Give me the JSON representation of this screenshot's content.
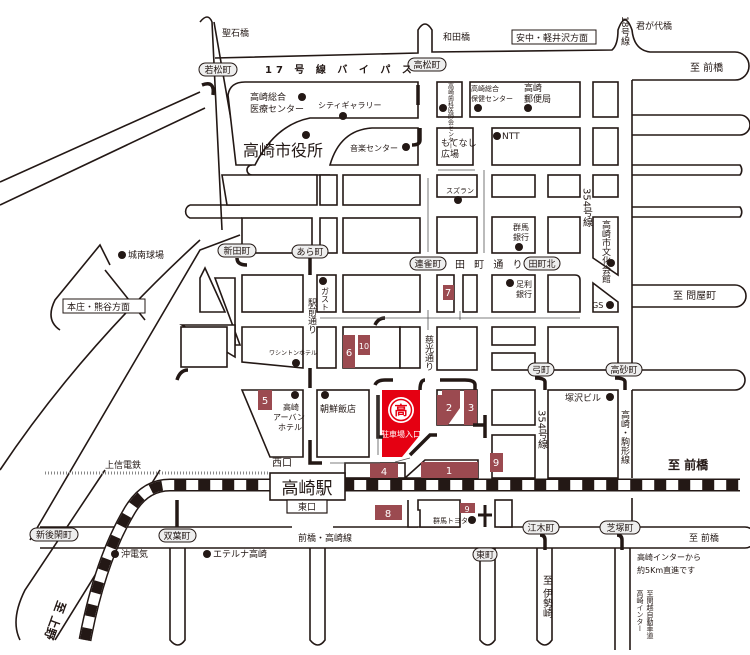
{
  "map": {
    "roads": {
      "bypass17": "17 号 線 バ イ パ ス",
      "route18": "18号線",
      "route354_upper": "354号線",
      "route354_lower": "354号線",
      "tamachi_dori": "田 町 通 り",
      "ekimae_dori": "駅前通り",
      "jiko_dori": "慈光通り",
      "maebashi_takasaki": "前橋・高崎線",
      "takasaki_komagata": "高崎・駒形線",
      "joshin_railway": "上信電鉄"
    },
    "bridges": {
      "hijiri": "聖石橋",
      "wada": "和田橋",
      "kimigayo": "君が代橋"
    },
    "directions": {
      "annaka": "安中・軽井沢方面",
      "honjo": "本庄・熊谷方面",
      "maebashi_top": "至 前橋",
      "maebashi_mid": "至 前橋",
      "maebashi_bottom": "至 前橋",
      "toyamachi": "至 問屋町",
      "isesaki": "至 伊勢崎",
      "kanetsu": "至関越自動車道",
      "takasaki_ic": "高崎インター",
      "ueno": "至 上野",
      "ic_note_1": "高崎インターから",
      "ic_note_2": "約5Km直進です"
    },
    "intersections": {
      "wakamatsu": "若松町",
      "takamatsu": "高松町",
      "shinden": "新田町",
      "ara": "あら町",
      "renjaku": "連雀町",
      "tamachi_kita": "田町北",
      "yumi": "弓町",
      "takasago": "高砂町",
      "shingokan": "新後閑町",
      "futaba": "双葉町",
      "egi": "江木町",
      "shibazuka": "芝塚町",
      "higashi": "東町"
    },
    "places": {
      "medical_1": "高崎総合",
      "medical_2": "医療センター",
      "city_gallery": "シティギャラリー",
      "city_hall": "高崎市役所",
      "music_center": "音楽センター",
      "dental": "高崎歯科医師会センター",
      "health_1": "高崎総合",
      "health_2": "保健センター",
      "post_1": "高崎",
      "post_2": "郵便局",
      "motenashi_1": "もてなし",
      "motenashi_2": "広場",
      "ntt": "NTT",
      "suzuran": "スズラン",
      "gunma_bank_1": "群馬",
      "gunma_bank_2": "銀行",
      "bunka_kaikan": "高崎市文化会館",
      "ashikaga_1": "足利",
      "ashikaga_2": "銀行",
      "gs": "GS",
      "jonan": "城南球場",
      "gusto": "ガスト",
      "washington": "ワシントンホテル",
      "urban_1": "高崎",
      "urban_2": "アーバン",
      "urban_3": "ホテル",
      "chosen": "朝鮮飯店",
      "tsukazawa": "塚沢ビル",
      "gunma_toyota": "群馬トヨタ",
      "oki": "沖電気",
      "eterna": "エテルナ高崎"
    },
    "station": {
      "name": "高崎駅",
      "west": "西口",
      "east": "東口"
    },
    "parking": {
      "logo_text": "高",
      "entrance": "駐車場入口",
      "numbers": [
        "1",
        "2",
        "3",
        "4",
        "5",
        "6",
        "7",
        "8",
        "9",
        "9",
        "10"
      ],
      "color": "#9b4a50",
      "main_color": "#e50012"
    }
  }
}
